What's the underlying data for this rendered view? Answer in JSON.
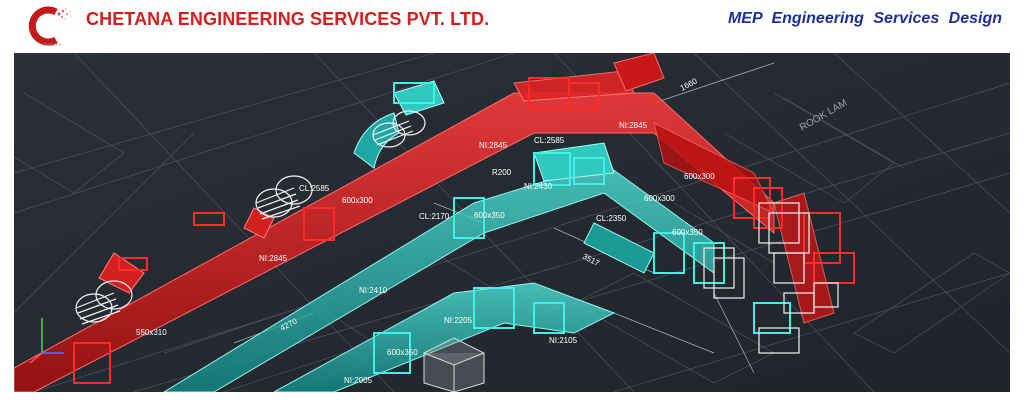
{
  "header": {
    "company_name": "CHETANA ENGINEERING SERVICES PVT. LTD.",
    "tagline": "MEP Engineering Services Design",
    "logo_letter": "C",
    "logo_sub": "chetana"
  },
  "drawing": {
    "labels": {
      "ni2845_top": "NI:2845",
      "cl2585_mid": "CL:2585",
      "ni2845_right": "NI:2845",
      "cl2585_left": "CL:2585",
      "ni2845_left": "NI:2845",
      "size_600x300_a": "600x300",
      "size_600x300_b": "600x300",
      "size_600x300_c": "600x300",
      "ni2430": "NI:2430",
      "size_600x350_a": "600x350",
      "size_600x350_b": "600x350",
      "size_600x350_c": "600x350",
      "ni2410": "NI:2410",
      "ni2205": "NI:2205",
      "ni2105": "NI:2105",
      "ni2005": "NI:2005",
      "cl2350": "CL:2350",
      "cl2170": "CL:2170",
      "r200": "R200",
      "dim_1660": "1660",
      "dim_4270": "4270",
      "dim_3517": "3517",
      "room_label": "ROOK LAM",
      "size_550x310": "550x310"
    }
  }
}
